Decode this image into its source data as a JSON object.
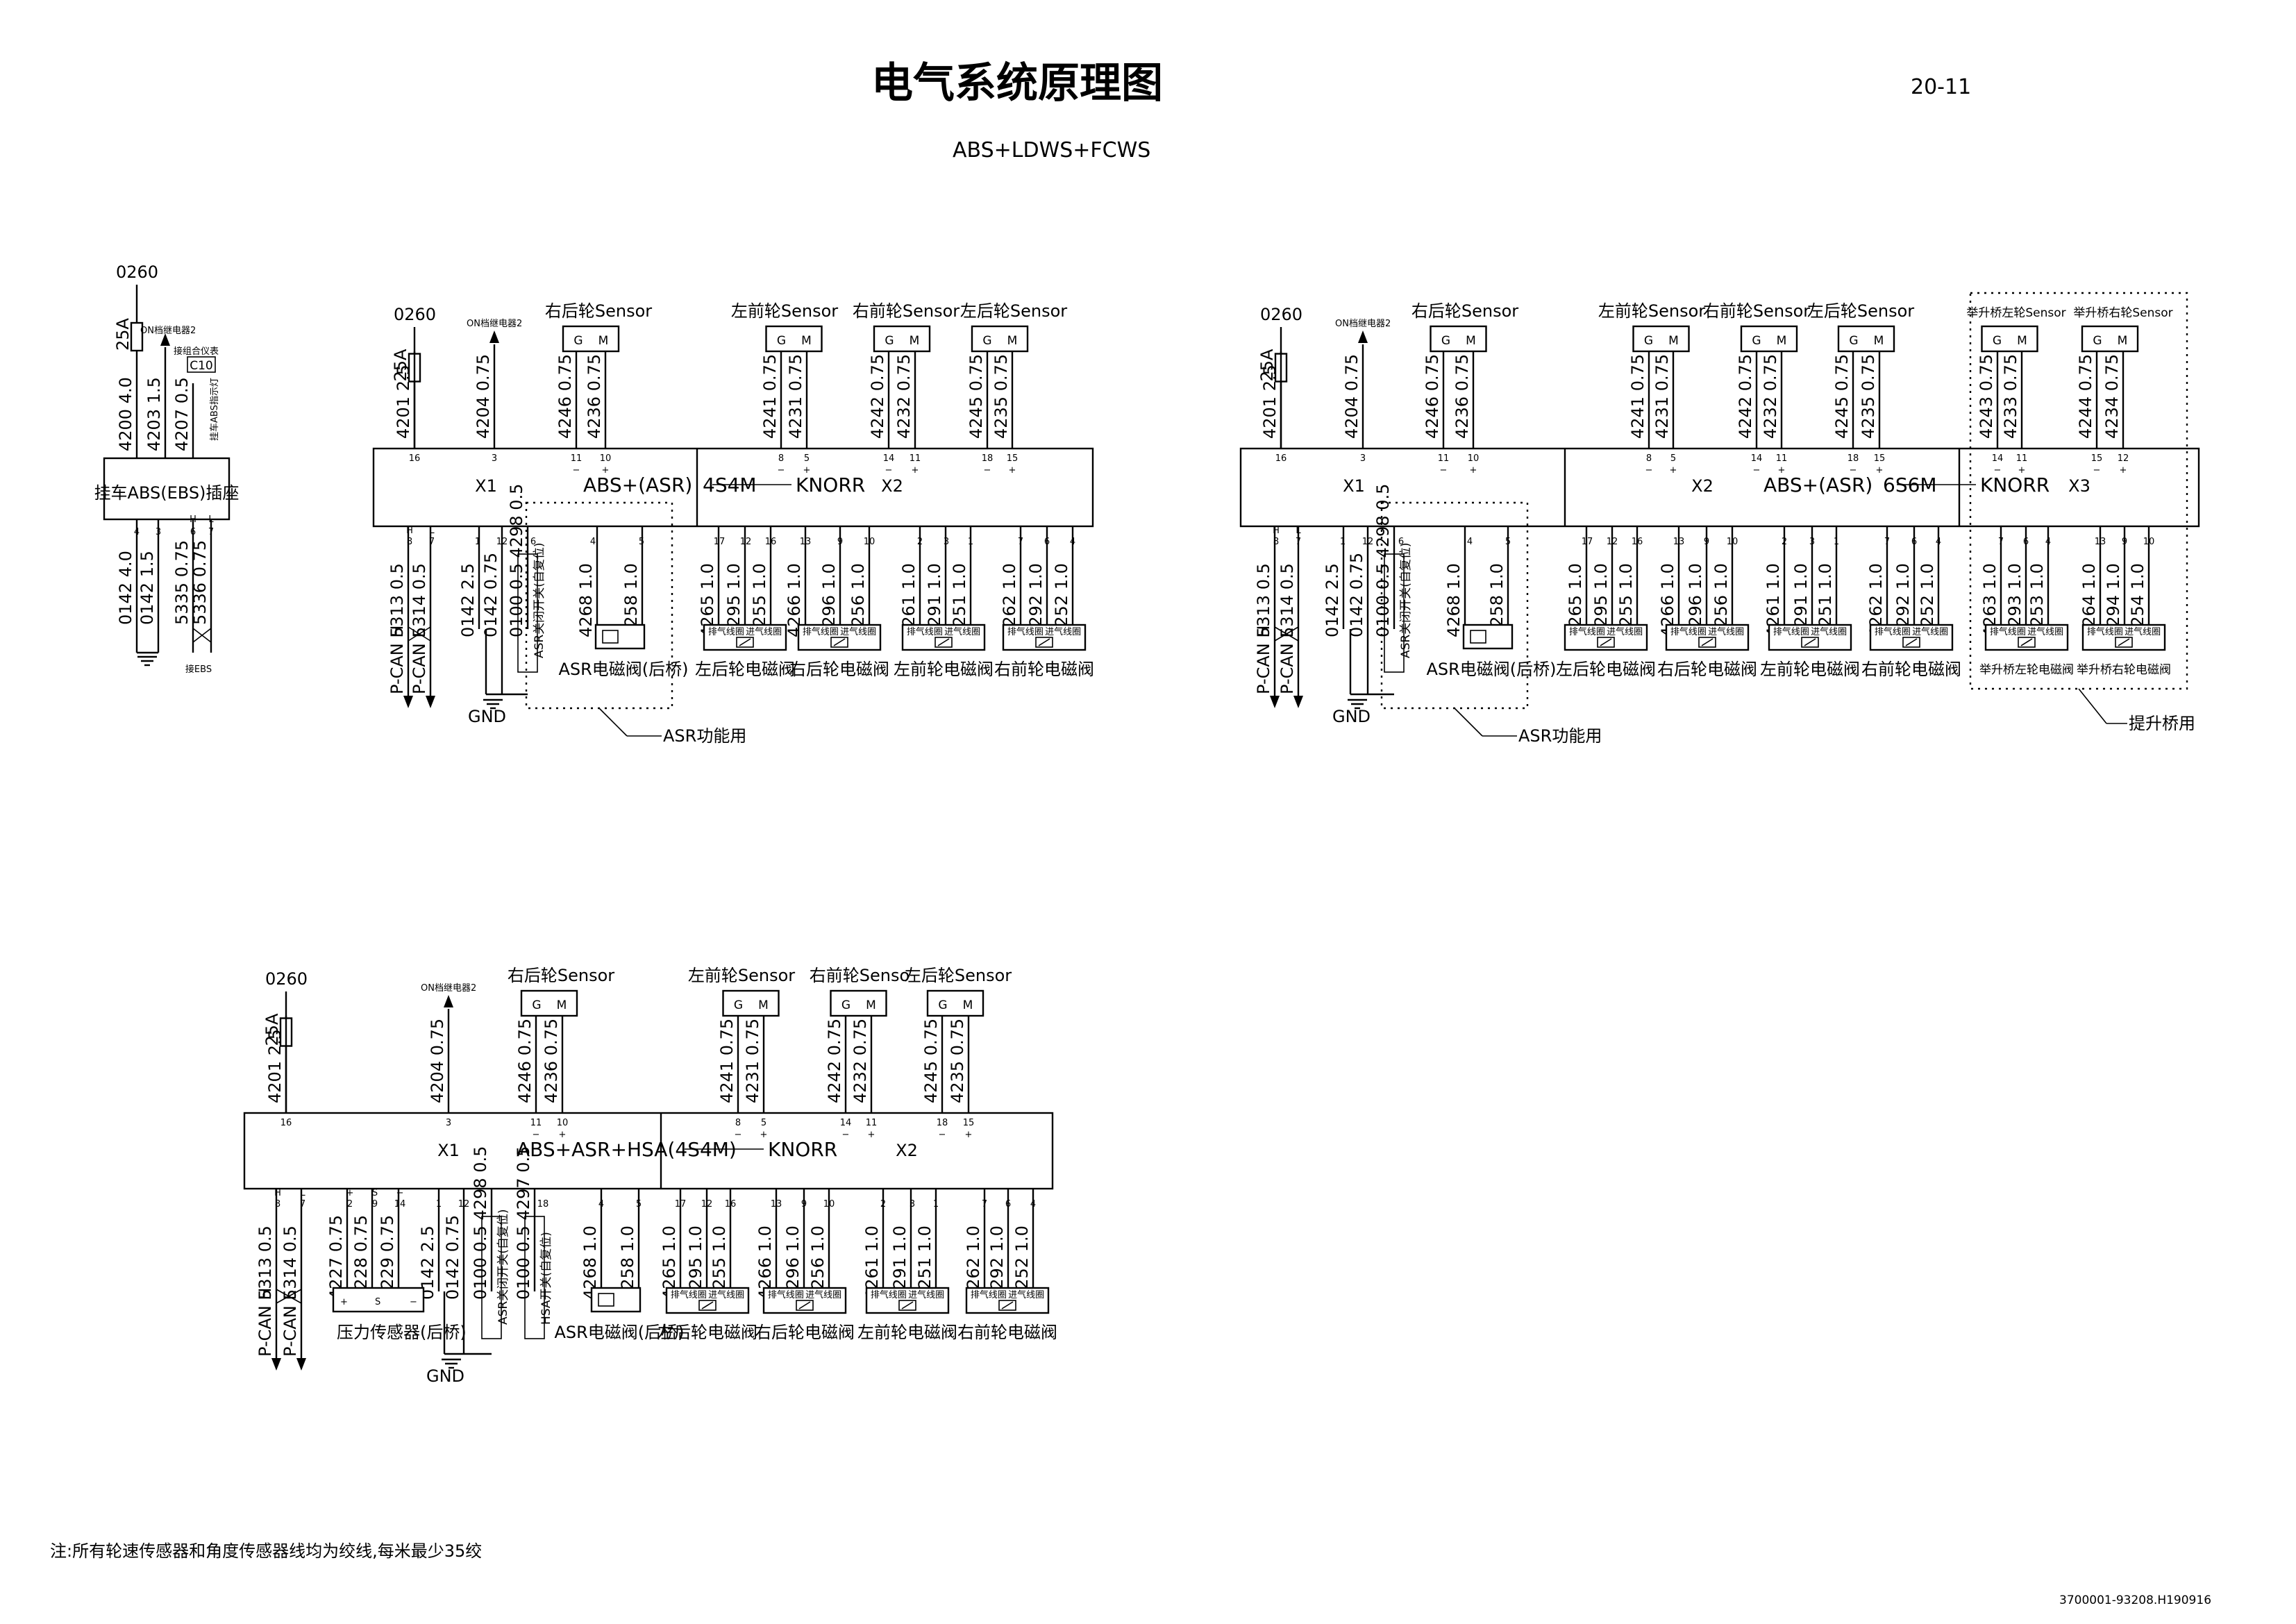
{
  "header": {
    "title": "电气系统原理图",
    "page_number": "20-11",
    "subtitle": "ABS+LDWS+FCWS",
    "note": "注:所有轮速传感器和角度传感器线均为绞线,每米最少35绞",
    "drawing_code": "3700001-93208.H190916"
  },
  "trailer_panel": {
    "fuse_id": "0260",
    "fuse_rating": "25A",
    "label_relay": "ON档继电器2",
    "label_instrument": "接组合仪表",
    "code_c10": "C10",
    "label_indicator": "挂车ABS指示灯",
    "socket_name": "挂车ABS(EBS)插座",
    "wires_top": [
      "4200  4.0",
      "4203  1.5",
      "4207  0.5"
    ],
    "pins_top": [
      "1",
      "2",
      "5"
    ],
    "pins_bottom": [
      "4",
      "3",
      "6",
      "7"
    ],
    "pins_hl": [
      "H",
      "L"
    ],
    "wires_bottom": [
      "0142  4.0",
      "0142  1.5",
      "5335  0.75",
      "5336  0.75"
    ],
    "label_ebs": "接EBS"
  },
  "panels": [
    {
      "fuse_id": "0260",
      "fuse_rating": "25A",
      "label_relay": "ON档继电器2",
      "sensor_top": [
        "右后轮Sensor",
        "左前轮Sensor",
        "右前轮Sensor",
        "左后轮Sensor"
      ],
      "gm_labels": [
        "G",
        "M"
      ],
      "wires_top": [
        "4201  2.5",
        "4204  0.75",
        "4246  0.75",
        "4236  0.75",
        "4241  0.75",
        "4231  0.75",
        "4242  0.75",
        "4232  0.75",
        "4245  0.75",
        "4235  0.75"
      ],
      "pins_top": [
        "16",
        "3",
        "11",
        "10",
        "8",
        "5",
        "14",
        "11",
        "18",
        "15"
      ],
      "pins_polarity": [
        "−",
        "+",
        "−",
        "+",
        "−",
        "+",
        "−",
        "+"
      ],
      "connector_x1": "X1",
      "connector_x2": "X2",
      "unit_title": "ABS+(ASR)",
      "unit_code": "4S4M",
      "unit_brand": "KNORR",
      "pins_hl": [
        "H",
        "L"
      ],
      "pins_bottom": [
        "8",
        "7",
        "1",
        "12",
        "6",
        "4",
        "5",
        "17",
        "12",
        "16",
        "13",
        "9",
        "10",
        "2",
        "3",
        "1",
        "7",
        "6",
        "4"
      ],
      "wires_bottom": [
        "5313  0.5",
        "5314  0.5",
        "0142  2.5",
        "0142  0.75",
        "0100  0.5  4298  0.5",
        "4268  1.0",
        "4258  1.0",
        "4265  1.0",
        "4295  1.0",
        "4255  1.0",
        "4266  1.0",
        "4296  1.0",
        "4256  1.0",
        "4261  1.0",
        "4291  1.0",
        "4251  1.0",
        "4262  1.0",
        "4292  1.0",
        "4252  1.0"
      ],
      "can_labels": [
        "P-CAN H",
        "P-CAN L"
      ],
      "gnd": "GND",
      "switch_label": "ASR关闭开关(自复位)",
      "valve_asr": "ASR电磁阀(后桥)",
      "valve_tags": [
        "排气线圈",
        "进气线圈"
      ],
      "valves": [
        "左后轮电磁阀",
        "右后轮电磁阀",
        "左前轮电磁阀",
        "右前轮电磁阀"
      ],
      "callout": "ASR功能用"
    },
    {
      "fuse_id": "0260",
      "fuse_rating": "25A",
      "label_relay": "ON档继电器2",
      "sensor_top": [
        "右后轮Sensor",
        "左前轮Sensor",
        "右前轮Sensor",
        "左后轮Sensor"
      ],
      "lift_sensors": [
        "举升桥左轮Sensor",
        "举升桥右轮Sensor"
      ],
      "gm_labels": [
        "G",
        "M"
      ],
      "wires_top": [
        "4201  2.5",
        "4204  0.75",
        "4246  0.75",
        "4236  0.75",
        "4241  0.75",
        "4231  0.75",
        "4242  0.75",
        "4232  0.75",
        "4245  0.75",
        "4235  0.75",
        "4243  0.75",
        "4233  0.75",
        "4244  0.75",
        "4234  0.75"
      ],
      "pins_top": [
        "16",
        "3",
        "11",
        "10",
        "8",
        "5",
        "14",
        "11",
        "18",
        "15",
        "14",
        "11",
        "15",
        "12"
      ],
      "pins_polarity": [
        "−",
        "+",
        "−",
        "+",
        "−",
        "+",
        "−",
        "+",
        "−",
        "+",
        "−",
        "+"
      ],
      "connector_x1": "X1",
      "connector_x2": "X2",
      "connector_x3": "X3",
      "unit_title": "ABS+(ASR)",
      "unit_code": "6S6M",
      "unit_brand": "KNORR",
      "pins_hl": [
        "H",
        "L"
      ],
      "pins_bottom": [
        "8",
        "7",
        "1",
        "12",
        "6",
        "4",
        "5",
        "17",
        "12",
        "16",
        "13",
        "9",
        "10",
        "2",
        "3",
        "1",
        "7",
        "6",
        "4",
        "7",
        "6",
        "4",
        "13",
        "9",
        "10"
      ],
      "wires_bottom": [
        "5313  0.5",
        "5314  0.5",
        "0142  2.5",
        "0142  0.75",
        "0100  0.5  4298  0.5",
        "4268  1.0",
        "4258  1.0",
        "4265  1.0",
        "4295  1.0",
        "4255  1.0",
        "4266  1.0",
        "4296  1.0",
        "4256  1.0",
        "4261  1.0",
        "4291  1.0",
        "4251  1.0",
        "4262  1.0",
        "4292  1.0",
        "4252  1.0",
        "4263  1.0",
        "4293  1.0",
        "4253  1.0",
        "4264  1.0",
        "4294  1.0",
        "4254  1.0"
      ],
      "can_labels": [
        "P-CAN H",
        "P-CAN L"
      ],
      "gnd": "GND",
      "switch_label": "ASR关闭开关(自复位)",
      "valve_asr": "ASR电磁阀(后桥)",
      "valve_tags": [
        "排气线圈",
        "进气线圈"
      ],
      "valves": [
        "左后轮电磁阀",
        "右后轮电磁阀",
        "左前轮电磁阀",
        "右前轮电磁阀"
      ],
      "lift_valves": [
        "举升桥左轮电磁阀",
        "举升桥右轮电磁阀"
      ],
      "callout": "ASR功能用",
      "callout_lift": "提升桥用"
    },
    {
      "fuse_id": "0260",
      "fuse_rating": "25A",
      "label_relay": "ON档继电器2",
      "sensor_top": [
        "右后轮Sensor",
        "左前轮Sensor",
        "右前轮Senso",
        "左后轮Sensor"
      ],
      "gm_labels": [
        "G",
        "M"
      ],
      "wires_top": [
        "4201  2.5",
        "4204  0.75",
        "4246  0.75",
        "4236  0.75",
        "4241  0.75",
        "4231  0.75",
        "4242  0.75",
        "4232  0.75",
        "4245  0.75",
        "4235  0.75"
      ],
      "pins_top": [
        "16",
        "3",
        "11",
        "10",
        "8",
        "5",
        "14",
        "11",
        "18",
        "15"
      ],
      "pins_polarity": [
        "−",
        "+",
        "−",
        "+",
        "−",
        "+",
        "−",
        "+"
      ],
      "connector_x1": "X1",
      "connector_x2": "X2",
      "unit_title": "ABS+ASR+HSA(4S4M)",
      "unit_brand": "KNORR",
      "pins_hl": [
        "H",
        "L"
      ],
      "pins_psm": [
        "+",
        "S",
        "−"
      ],
      "pins_bottom": [
        "8",
        "7",
        "2",
        "9",
        "14",
        "1",
        "12",
        "18",
        "4",
        "5",
        "17",
        "12",
        "16",
        "13",
        "9",
        "10",
        "2",
        "3",
        "1",
        "7",
        "6",
        "4"
      ],
      "wires_bottom": [
        "5313  0.5",
        "5314  0.5",
        "4227  0.75",
        "4228  0.75",
        "4229  0.75",
        "0142  2.5",
        "0142  0.75",
        "0100  0.5  4298  0.5",
        "0100  0.5  4297  0.5",
        "4268  1.0",
        "4258  1.0",
        "4265  1.0",
        "4295  1.0",
        "4255  1.0",
        "4266  1.0",
        "4296  1.0",
        "4256  1.0",
        "4261  1.0",
        "4291  1.0",
        "4251  1.0",
        "4262  1.0",
        "4292  1.0",
        "4252  1.0"
      ],
      "can_labels": [
        "P-CAN H",
        "P-CAN L"
      ],
      "gnd": "GND",
      "pressure_sensor": "压力传感器(后桥)",
      "switch_label": "ASR关闭开关(自复位)",
      "switch_label_hsa": "HSA开关(自复位)",
      "valve_asr": "ASR电磁阀(后桥)",
      "valve_tags": [
        "排气线圈",
        "进气线圈"
      ],
      "valves": [
        "左后轮电磁阀",
        "右后轮电磁阀",
        "左前轮电磁阀",
        "右前轮电磁阀"
      ]
    }
  ]
}
